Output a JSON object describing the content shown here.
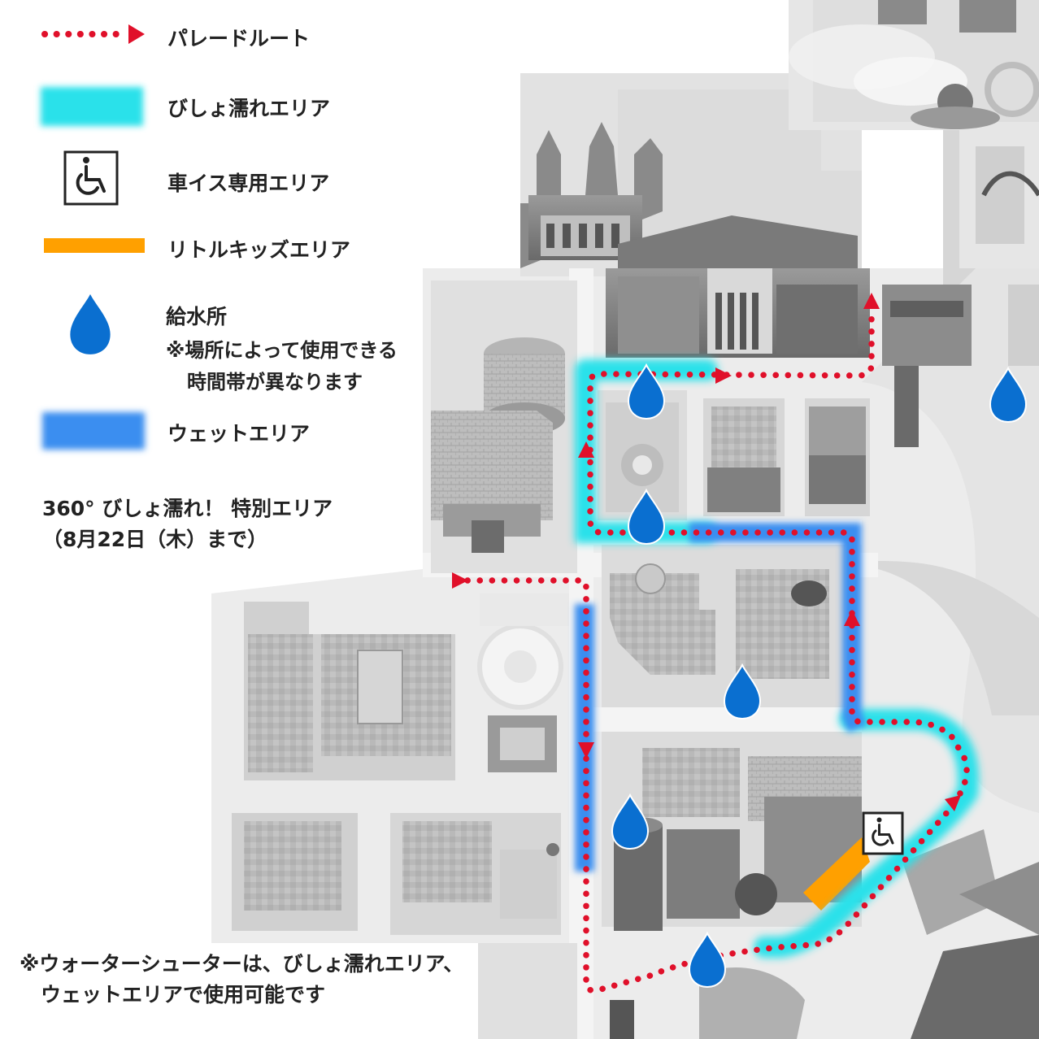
{
  "legend": {
    "parade_route": "パレードルート",
    "drenched_area": "びしょ濡れエリア",
    "wheelchair_area": "車イス専用エリア",
    "little_kids_area": "リトルキッズエリア",
    "water_station": "給水所",
    "water_station_note_1": "※場所によって使用できる",
    "water_station_note_2": "時間帯が異なります",
    "wet_area": "ウェットエリア"
  },
  "special_area": {
    "line1": "360° びしょ濡れ！ 特別エリア",
    "line2": "（8月22日（木）まで）"
  },
  "footnote": {
    "line1": "※ウォーターシューターは、びしょ濡れエリア、",
    "line2": "ウェットエリアで使用可能です"
  },
  "icons": {
    "water_drop": "water-drop-icon",
    "wheelchair": "wheelchair-icon",
    "arrow": "arrow-icon"
  },
  "colors": {
    "route": "#e0102a",
    "drenched": "#29e1ea",
    "wet": "#3a8ef0",
    "little_kids": "#ffa000",
    "water_drop": "#0a6fd0"
  }
}
